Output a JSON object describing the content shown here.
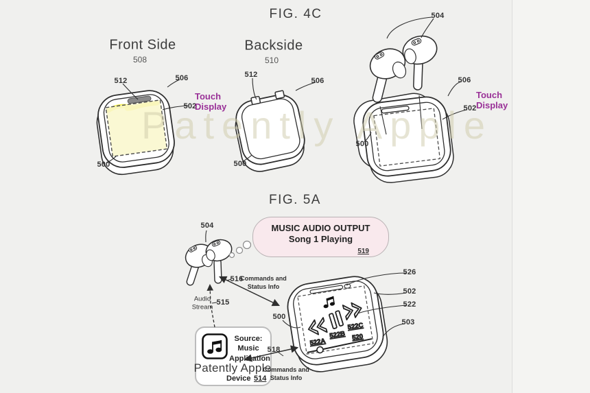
{
  "watermark": "Patently Apple",
  "fig4c": {
    "title": "FIG. 4C",
    "front": {
      "heading": "Front Side",
      "ref": "508",
      "l512": "512",
      "l506": "506",
      "l502": "502",
      "l500": "500",
      "touch_line1": "Touch",
      "touch_line2": "Display"
    },
    "back": {
      "heading": "Backside",
      "ref": "510",
      "l512": "512",
      "l506": "506",
      "l500": "500"
    },
    "open": {
      "l504": "504",
      "l506": "506",
      "l502": "502",
      "l500": "500",
      "touch_line1": "Touch",
      "touch_line2": "Display"
    }
  },
  "fig5a": {
    "title": "FIG. 5A",
    "bubble": {
      "line1": "MUSIC AUDIO OUTPUT",
      "line2": "Song 1 Playing",
      "ref": "519"
    },
    "earbuds_ref": "504",
    "link516": {
      "ref": "516",
      "text_line1": "Commands and",
      "text_line2": "Status Info"
    },
    "audio_stream": {
      "text_line1": "Audio",
      "text_line2": "Stream",
      "ref": "515"
    },
    "device_box": {
      "source_line1": "Source: Music",
      "source_line2": "Application",
      "brand": "Patently Apple",
      "device_label": "Device",
      "ref": "514"
    },
    "link518": {
      "ref": "518",
      "text_line1": "Commands and",
      "text_line2": "Status Info"
    },
    "case": {
      "l526": "526",
      "l502": "502",
      "l522": "522",
      "l503": "503",
      "l500": "500",
      "l520": "520",
      "l522a": "522A",
      "l522b": "522B",
      "l522c": "522C"
    }
  },
  "colors": {
    "background": "#f0f0ee",
    "line": "#2e2e2e",
    "accent_purple": "#993097",
    "display_yellow": "#f9f7cb",
    "highlight_yellow": "#f2ec3f",
    "bubble_pink": "#f9e9ed",
    "watermark": "#cfcbaa"
  }
}
